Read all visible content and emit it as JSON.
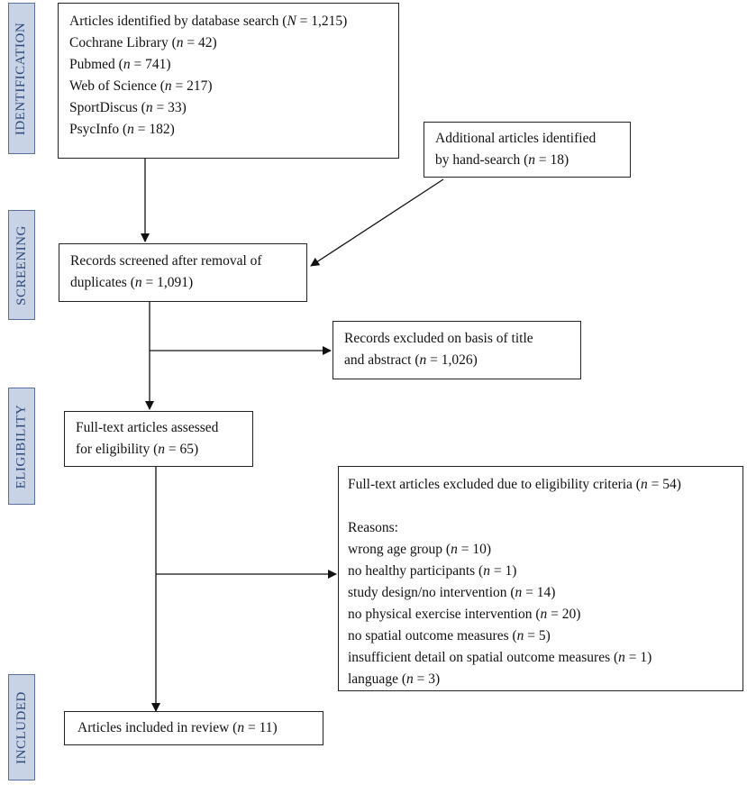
{
  "stages": {
    "identification": "IDENTIFICATION",
    "screening": "SCREENING",
    "eligibility": "ELIGIBILITY",
    "included": "INCLUDED"
  },
  "identified": {
    "title_pre": "Articles identified by database search (",
    "title_n": "N",
    "title_post": " = 1,215)",
    "sources": [
      {
        "name": "Cochrane Library (",
        "n": "n",
        "value": " = 42)"
      },
      {
        "name": "Pubmed (",
        "n": "n",
        "value": " = 741)"
      },
      {
        "name": "Web of Science (",
        "n": "n",
        "value": " = 217)"
      },
      {
        "name": "SportDiscus (",
        "n": "n",
        "value": " = 33)"
      },
      {
        "name": "PsycInfo (",
        "n": "n",
        "value": " = 182)"
      }
    ]
  },
  "hand_search": {
    "line1": "Additional articles identified",
    "line2_pre": "by hand-search (",
    "line2_n": "n",
    "line2_post": " = 18)"
  },
  "screened": {
    "line1": "Records screened after removal of",
    "line2_pre": "duplicates (",
    "line2_n": "n",
    "line2_post": " = 1,091)"
  },
  "excluded_title": {
    "line1": "Records excluded on basis of title",
    "line2_pre": "and abstract (",
    "line2_n": "n",
    "line2_post": " = 1,026)"
  },
  "fulltext": {
    "line1": "Full-text articles assessed",
    "line2_pre": "for eligibility (",
    "line2_n": "n",
    "line2_post": " = 65)"
  },
  "excluded_eligibility": {
    "title_pre": "Full-text articles excluded due to eligibility criteria (",
    "title_n": "n",
    "title_post": " = 54)",
    "reasons_label": "Reasons:",
    "reasons": [
      {
        "text": "wrong age group (",
        "n": "n",
        "value": " = 10)"
      },
      {
        "text": "no healthy participants (",
        "n": "n",
        "value": " = 1)"
      },
      {
        "text": "study design/no intervention (",
        "n": "n",
        "value": " = 14)"
      },
      {
        "text": "no physical exercise intervention (",
        "n": "n",
        "value": " = 20)"
      },
      {
        "text": "no spatial outcome measures (",
        "n": "n",
        "value": " = 5)"
      },
      {
        "text": "insufficient detail on spatial outcome measures (",
        "n": "n",
        "value": " = 1)"
      },
      {
        "text": "language (",
        "n": "n",
        "value": " = 3)"
      }
    ]
  },
  "included": {
    "pre": "Articles included in review (",
    "n": "n",
    "post": " = 11)"
  }
}
